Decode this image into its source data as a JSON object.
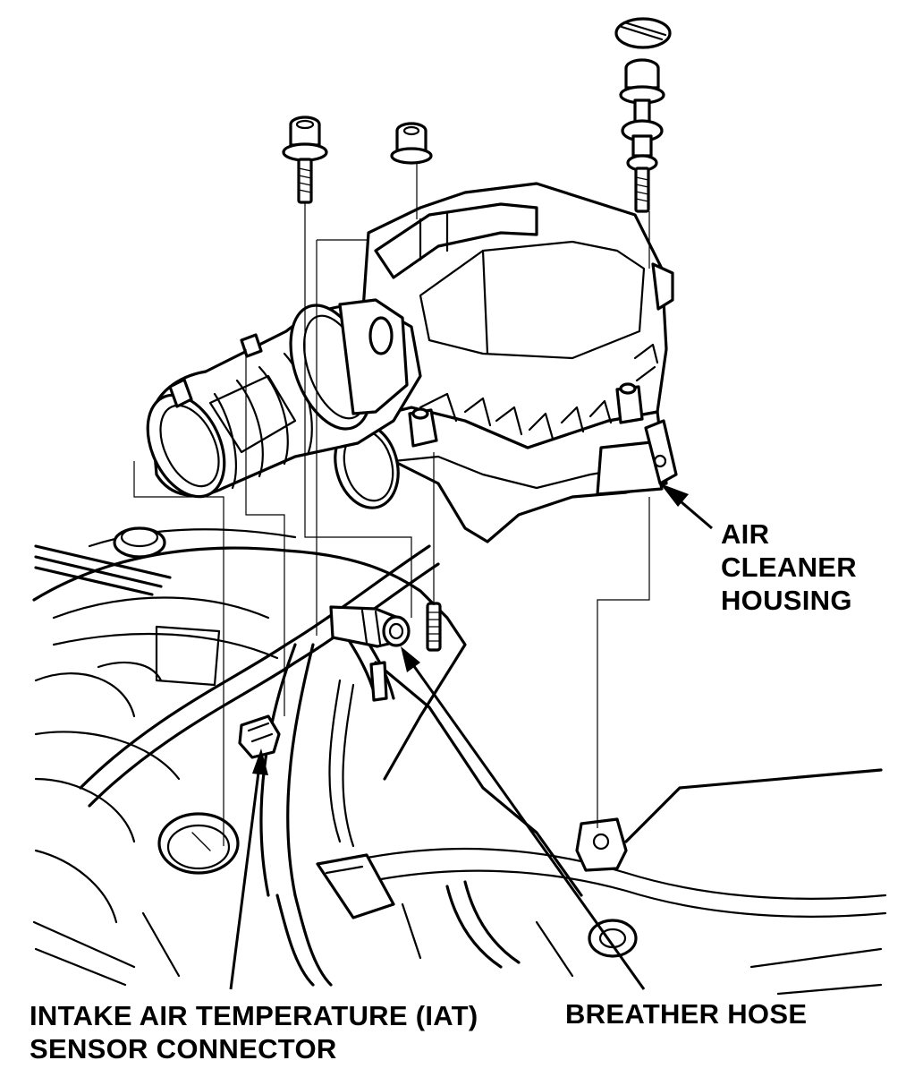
{
  "callouts": {
    "air_cleaner_housing": [
      "AIR",
      "CLEANER",
      "HOUSING"
    ],
    "breather_hose": "BREATHER HOSE",
    "iat_sensor_connector": [
      "INTAKE AIR TEMPERATURE (IAT)",
      "SENSOR CONNECTOR"
    ]
  }
}
